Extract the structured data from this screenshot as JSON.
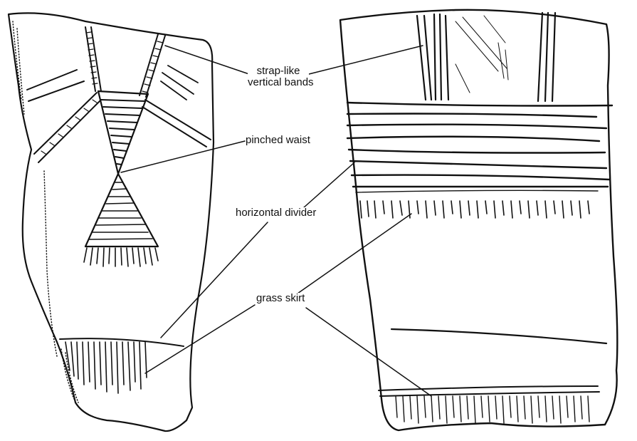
{
  "labels": {
    "strap_line1": "strap-like",
    "strap_line2": "vertical bands",
    "pinched_waist": "pinched waist",
    "horizontal_divider": "horizontal divider",
    "grass_skirt": "grass skirt"
  },
  "colors": {
    "ink": "#111111",
    "background": "#ffffff"
  }
}
